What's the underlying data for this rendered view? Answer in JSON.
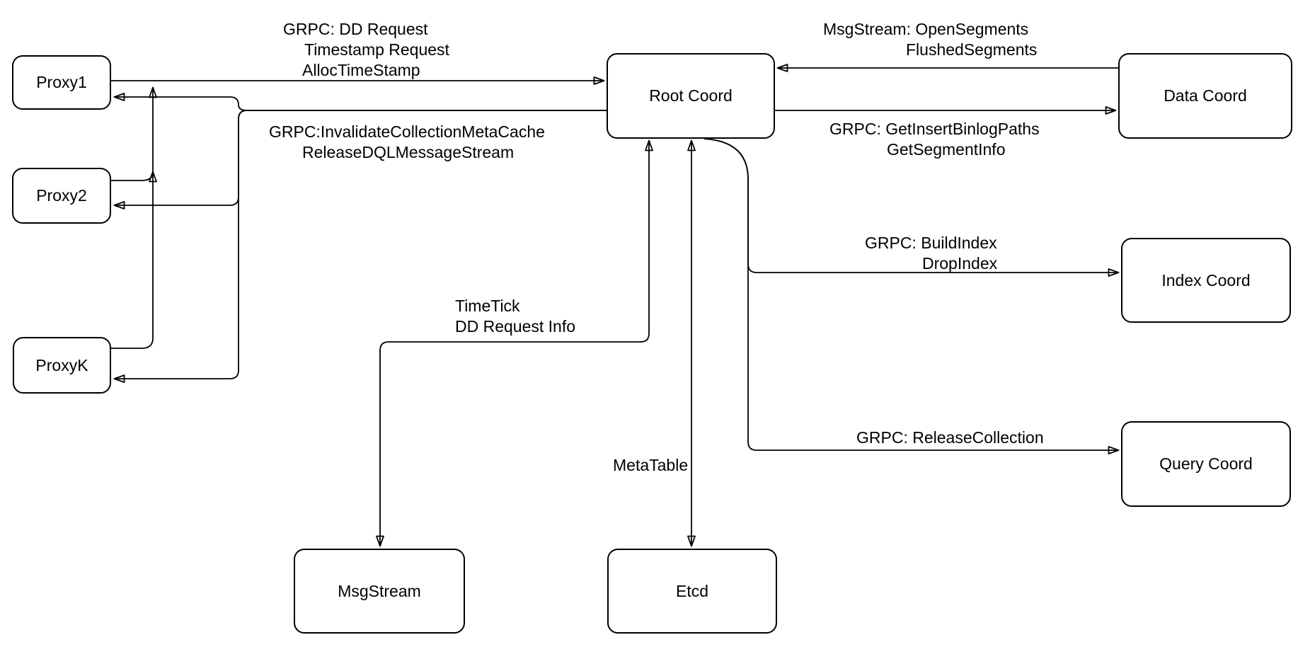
{
  "diagram": {
    "nodes": [
      {
        "id": "proxy1",
        "label": "Proxy1"
      },
      {
        "id": "proxy2",
        "label": "Proxy2"
      },
      {
        "id": "proxyk",
        "label": "ProxyK"
      },
      {
        "id": "root-coord",
        "label": "Root Coord"
      },
      {
        "id": "data-coord",
        "label": "Data Coord"
      },
      {
        "id": "index-coord",
        "label": "Index Coord"
      },
      {
        "id": "query-coord",
        "label": "Query Coord"
      },
      {
        "id": "msgstream",
        "label": "MsgStream"
      },
      {
        "id": "etcd",
        "label": "Etcd"
      }
    ],
    "edge_labels": {
      "proxy_to_root": {
        "lines": [
          "GRPC: DD Request",
          "Timestamp Request",
          "AllocTimeStamp"
        ]
      },
      "root_to_proxy": {
        "lines": [
          "GRPC:InvalidateCollectionMetaCache",
          "ReleaseDQLMessageStream"
        ]
      },
      "data_to_root": {
        "lines": [
          "MsgStream: OpenSegments",
          "FlushedSegments"
        ]
      },
      "root_to_data": {
        "lines": [
          "GRPC: GetInsertBinlogPaths",
          "GetSegmentInfo"
        ]
      },
      "root_to_index": {
        "lines": [
          "GRPC: BuildIndex",
          "DropIndex"
        ]
      },
      "root_to_query": {
        "lines": [
          "GRPC: ReleaseCollection"
        ]
      },
      "root_to_msgstream": {
        "lines": [
          "TimeTick",
          "DD Request Info"
        ]
      },
      "root_to_etcd": {
        "lines": [
          "MetaTable"
        ]
      }
    },
    "colors": {
      "stroke": "#000000",
      "background": "#ffffff",
      "node_fill": "#ffffff"
    }
  }
}
